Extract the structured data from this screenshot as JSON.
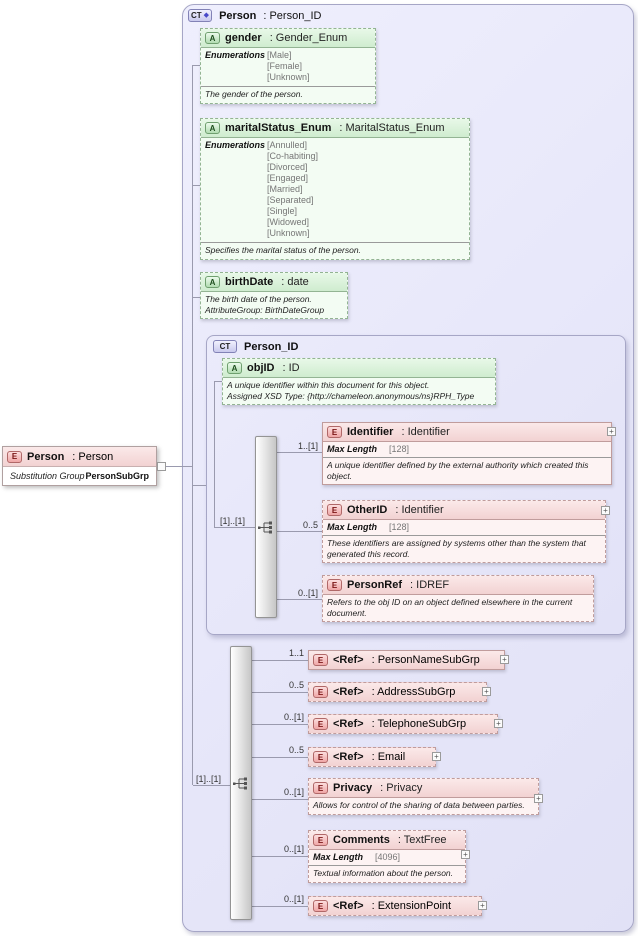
{
  "icons": {
    "plus": "+",
    "ct_diamond": "◆"
  },
  "badges": {
    "attr": "A",
    "elem": "E",
    "ct": "CT"
  },
  "root": {
    "name": "Person",
    "type": ": Person",
    "subst_label": "Substitution Group",
    "subst_value": "PersonSubGrp"
  },
  "main": {
    "name": "Person",
    "type": ": Person_ID"
  },
  "attrs": [
    {
      "name": "gender",
      "type": ": Gender_Enum",
      "facet_label": "Enumerations",
      "enums": [
        "[Male]",
        "[Female]",
        "[Unknown]"
      ],
      "doc": "The gender of the person."
    },
    {
      "name": "maritalStatus_Enum",
      "type": ": MaritalStatus_Enum",
      "facet_label": "Enumerations",
      "enums": [
        "[Annulled]",
        "[Co-habiting]",
        "[Divorced]",
        "[Engaged]",
        "[Married]",
        "[Separated]",
        "[Single]",
        "[Widowed]",
        "[Unknown]"
      ],
      "doc": "Specifies the marital status of the person."
    },
    {
      "name": "birthDate",
      "type": ": date",
      "doc": "The birth date of the person.",
      "doc2": "AttributeGroup: BirthDateGroup"
    }
  ],
  "person_id": {
    "title": "Person_ID",
    "objid": {
      "name": "objID",
      "type": ": ID",
      "doc": "A unique identifier within this document for this object.",
      "doc2": "Assigned XSD Type: {http://chameleon.anonymous/ns}RPH_Type"
    },
    "seq_card": "[1]..[1]",
    "elements": [
      {
        "card": "1..[1]",
        "name": "Identifier",
        "type": ": Identifier",
        "facet_label": "Max Length",
        "facet_value": "[128]",
        "doc": "A unique identifier defined by the external authority which created this object."
      },
      {
        "card": "0..5",
        "name": "OtherID",
        "type": ": Identifier",
        "facet_label": "Max Length",
        "facet_value": "[128]",
        "doc": "These identifiers are assigned by systems other than the system that generated this record."
      },
      {
        "card": "0..[1]",
        "name": "PersonRef",
        "type": ": IDREF",
        "doc": "Refers to the obj ID on an object defined elsewhere in the current document."
      }
    ]
  },
  "seq2": {
    "card": "[1]..[1]",
    "elements": [
      {
        "card": "1..1",
        "name": "<Ref>",
        "type": ": PersonNameSubGrp"
      },
      {
        "card": "0..5",
        "name": "<Ref>",
        "type": ": AddressSubGrp"
      },
      {
        "card": "0..[1]",
        "name": "<Ref>",
        "type": ": TelephoneSubGrp"
      },
      {
        "card": "0..5",
        "name": "<Ref>",
        "type": ": Email"
      },
      {
        "card": "0..[1]",
        "name": "Privacy",
        "type": ": Privacy",
        "doc": "Allows for control of the sharing of data between parties."
      },
      {
        "card": "0..[1]",
        "name": "Comments",
        "type": ": TextFree",
        "facet_label": "Max Length",
        "facet_value": "[4096]",
        "doc": "Textual information about the person."
      },
      {
        "card": "0..[1]",
        "name": "<Ref>",
        "type": ": ExtensionPoint"
      }
    ]
  }
}
